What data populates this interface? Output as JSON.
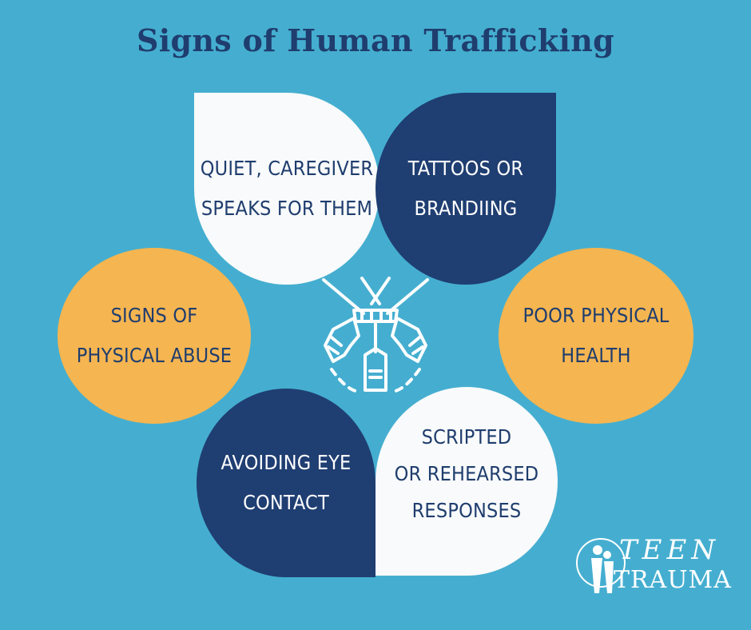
{
  "title": "Signs of Human Trafficking",
  "petals": {
    "quiet": [
      "QUIET, CAREGIVER",
      "SPEAKS FOR THEM"
    ],
    "tattoos": [
      "TATTOOS OR",
      "BRANDIING"
    ],
    "abuse": [
      "SIGNS OF",
      "PHYSICAL ABUSE"
    ],
    "health": [
      "POOR PHYSICAL",
      "HEALTH"
    ],
    "eye": [
      "AVOIDING EYE",
      "CONTACT"
    ],
    "scripted": [
      "SCRIPTED",
      "OR REHEARSED",
      "RESPONSES"
    ]
  },
  "colors": {
    "background": "#45aed0",
    "navy": "#1f3e72",
    "orange": "#f5b550",
    "white": "#f8fafb",
    "title": "#1f3d6e"
  },
  "logo": {
    "line1": "TEEN",
    "line2": "TRAUMA"
  },
  "icons": {
    "center": "tied-hands-icon",
    "logo": "teen-trauma-logo-icon"
  }
}
